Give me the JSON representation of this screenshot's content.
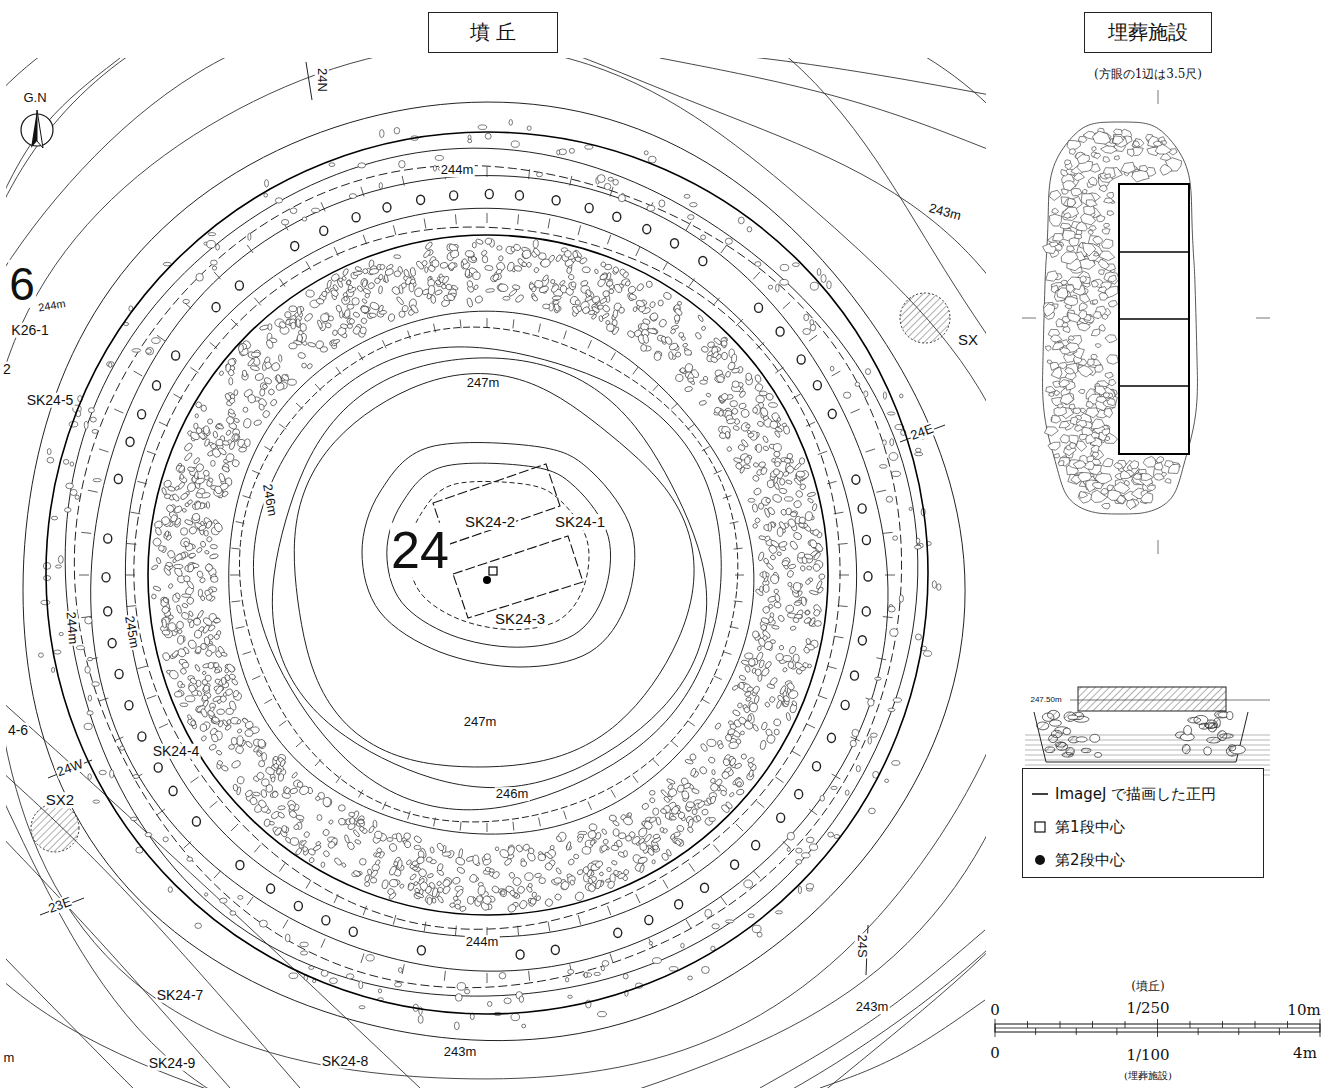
{
  "diagram": {
    "nodes": [
      {
        "text": [
          "墳 丘"
        ]
      },
      {
        "text": [
          "埋葬施設"
        ]
      }
    ],
    "labels": [
      "G.N",
      "244m",
      "243m",
      "6",
      "244m",
      "K26-1",
      "2",
      "SK24-5",
      "247m",
      "24E",
      "SX",
      "SK24-2",
      "SK24-1",
      "24",
      "SK24-3",
      "246m",
      "244m",
      "245m",
      "247m",
      "4-6",
      "SK24-4",
      "24W",
      "SX2",
      "246m",
      "23E",
      "244m",
      "24S",
      "SK24-7",
      "243m",
      "243m",
      "SK24-9",
      "SK24-8",
      "m",
      "24N",
      "(方眼の1辺は3.5尺)",
      "247.50m",
      "(墳丘)",
      "1/250",
      "0",
      "10m",
      "0",
      "1/100",
      "4m",
      "(埋葬施設)"
    ],
    "legend": [
      {
        "text": "ImageJ で描画した正円"
      },
      {
        "text": "第1段中心"
      },
      {
        "text": "第2段中心"
      }
    ]
  }
}
